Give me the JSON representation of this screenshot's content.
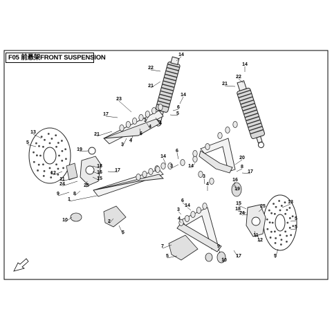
{
  "diagram": {
    "title": "F05 前悬架FRONT SUSPENSION",
    "callouts": [
      "1",
      "3",
      "4",
      "5",
      "6",
      "7",
      "8",
      "9",
      "10",
      "11",
      "12",
      "13",
      "14",
      "15",
      "16",
      "17",
      "18",
      "19",
      "20",
      "21",
      "22",
      "23",
      "24",
      "25"
    ]
  },
  "labels": [
    {
      "id": "14a",
      "text": "14"
    },
    {
      "id": "22a",
      "text": "22"
    },
    {
      "id": "21a",
      "text": "21"
    },
    {
      "id": "14b",
      "text": "14"
    },
    {
      "id": "22b",
      "text": "22"
    },
    {
      "id": "21b",
      "text": "21"
    },
    {
      "id": "23a",
      "text": "23"
    },
    {
      "id": "14c",
      "text": "14"
    },
    {
      "id": "6a",
      "text": "6"
    },
    {
      "id": "3a",
      "text": "3"
    },
    {
      "id": "17a",
      "text": "17"
    },
    {
      "id": "21c",
      "text": "21"
    },
    {
      "id": "4a",
      "text": "4"
    },
    {
      "id": "5a",
      "text": "5"
    },
    {
      "id": "3b",
      "text": "3"
    },
    {
      "id": "4b",
      "text": "4"
    },
    {
      "id": "6b",
      "text": "6"
    },
    {
      "id": "4c",
      "text": "4"
    },
    {
      "id": "13a",
      "text": "13"
    },
    {
      "id": "5b",
      "text": "5"
    },
    {
      "id": "19a",
      "text": "19"
    },
    {
      "id": "18a",
      "text": "18"
    },
    {
      "id": "16a",
      "text": "16"
    },
    {
      "id": "15a",
      "text": "15"
    },
    {
      "id": "12a",
      "text": "12"
    },
    {
      "id": "11a",
      "text": "11"
    },
    {
      "id": "24a",
      "text": "24"
    },
    {
      "id": "25a",
      "text": "25"
    },
    {
      "id": "9a",
      "text": "9"
    },
    {
      "id": "8a",
      "text": "8"
    },
    {
      "id": "17b",
      "text": "17"
    },
    {
      "id": "1a",
      "text": "1"
    },
    {
      "id": "10a",
      "text": "10"
    },
    {
      "id": "2a",
      "text": "2"
    },
    {
      "id": "5c",
      "text": "5"
    },
    {
      "id": "14d",
      "text": "14"
    },
    {
      "id": "6c",
      "text": "6"
    },
    {
      "id": "3c",
      "text": "3"
    },
    {
      "id": "14e",
      "text": "14"
    },
    {
      "id": "20a",
      "text": "20"
    },
    {
      "id": "8b",
      "text": "8"
    },
    {
      "id": "17c",
      "text": "17"
    },
    {
      "id": "16b",
      "text": "16"
    },
    {
      "id": "19b",
      "text": "19"
    },
    {
      "id": "3d",
      "text": "3"
    },
    {
      "id": "4d",
      "text": "4"
    },
    {
      "id": "6d",
      "text": "6"
    },
    {
      "id": "3e",
      "text": "3"
    },
    {
      "id": "4e",
      "text": "4"
    },
    {
      "id": "14f",
      "text": "14"
    },
    {
      "id": "7a",
      "text": "7"
    },
    {
      "id": "5d",
      "text": "5"
    },
    {
      "id": "9b",
      "text": "9"
    },
    {
      "id": "10b",
      "text": "10"
    },
    {
      "id": "17d",
      "text": "17"
    },
    {
      "id": "11b",
      "text": "11"
    },
    {
      "id": "12b",
      "text": "12"
    },
    {
      "id": "24b",
      "text": "24"
    },
    {
      "id": "15b",
      "text": "15"
    },
    {
      "id": "18b",
      "text": "18"
    },
    {
      "id": "25b",
      "text": "25"
    },
    {
      "id": "13b",
      "text": "13"
    },
    {
      "id": "5e",
      "text": "5"
    },
    {
      "id": "5f",
      "text": "5"
    },
    {
      "id": "5g",
      "text": "5"
    }
  ]
}
